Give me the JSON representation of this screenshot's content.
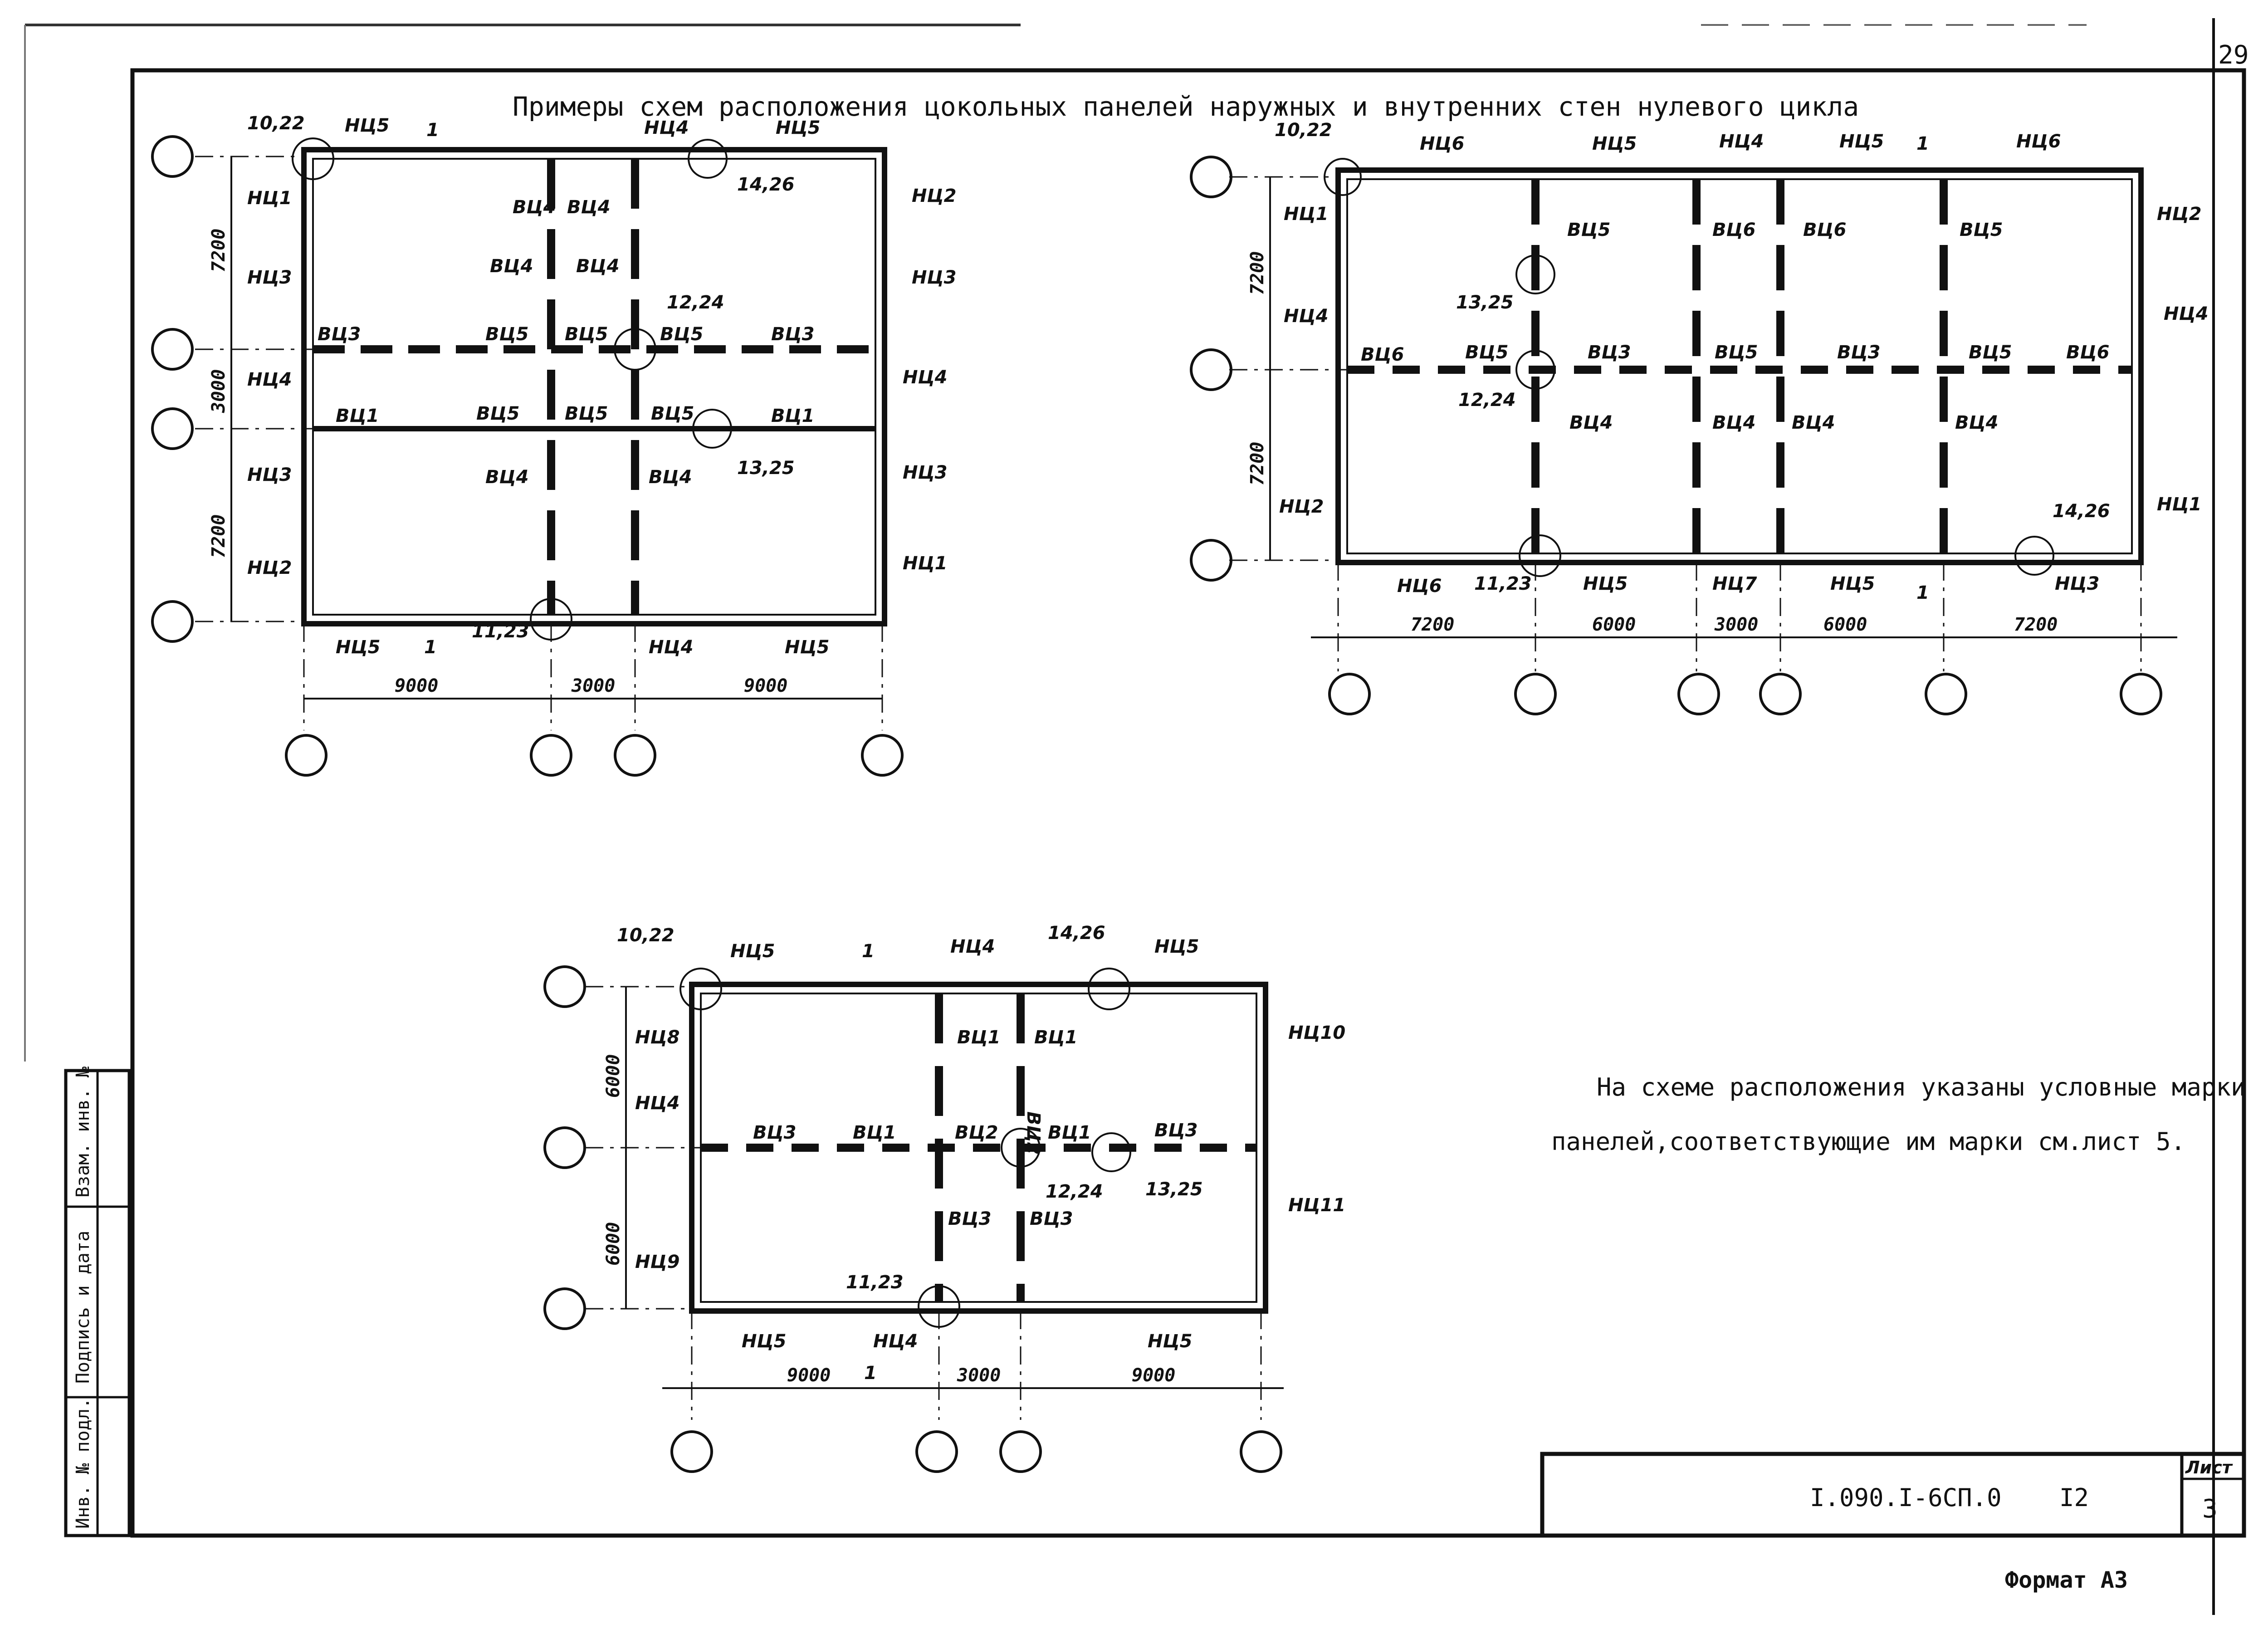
{
  "sheet": {
    "page_number": "29",
    "title": "Примеры схем расположения цокольных панелей наружных и внутренних стен нулевого цикла",
    "note_line1": "На схеме расположения указаны условные марки",
    "note_line2": "панелей,соответствующие им марки см.лист 5.",
    "doc_code": "I.090.I-6СП.0",
    "doc_number": "I2",
    "sheet_label": "Лист",
    "sheet_value": "3",
    "format_label": "Формат A3",
    "stamp": [
      "Инв. № подл.",
      "Подпись и дата",
      "Взам. инв. №"
    ]
  },
  "plan1": {
    "dims_bottom": [
      "9000",
      "3000",
      "9000"
    ],
    "dims_left": [
      "7200",
      "3000",
      "7200"
    ],
    "nodes": [
      "10,22",
      "14,26",
      "12,24",
      "13,25",
      "11,23"
    ],
    "section_mark": "1",
    "outer_top": [
      "НЦ5",
      "НЦ4",
      "НЦ5"
    ],
    "outer_bottom": [
      "НЦ5",
      "НЦ4",
      "НЦ5"
    ],
    "outer_left": [
      "НЦ1",
      "НЦ3",
      "НЦ4",
      "НЦ3",
      "НЦ2"
    ],
    "outer_right": [
      "НЦ2",
      "НЦ3",
      "НЦ4",
      "НЦ3",
      "НЦ1"
    ],
    "inner": [
      "ВЦ4",
      "ВЦ4",
      "ВЦ4",
      "ВЦ4",
      "ВЦ3",
      "ВЦ5",
      "ВЦ5",
      "ВЦ5",
      "ВЦ3",
      "ВЦ1",
      "ВЦ5",
      "ВЦ5",
      "ВЦ5",
      "ВЦ1",
      "ВЦ4",
      "ВЦ4"
    ]
  },
  "plan2": {
    "dims_bottom": [
      "7200",
      "6000",
      "3000",
      "6000",
      "7200"
    ],
    "dims_left": [
      "7200",
      "7200"
    ],
    "nodes": [
      "10,22",
      "13,25",
      "12,24",
      "11,23",
      "14,26"
    ],
    "section_mark": "1",
    "outer_top": [
      "НЦ6",
      "НЦ5",
      "НЦ4",
      "НЦ5",
      "НЦ6"
    ],
    "outer_bottom": [
      "НЦ6",
      "НЦ5",
      "НЦ7",
      "НЦ5",
      "НЦ3"
    ],
    "outer_left": [
      "НЦ1",
      "НЦ4",
      "НЦ2"
    ],
    "outer_right": [
      "НЦ2",
      "НЦ4",
      "НЦ1"
    ],
    "inner": [
      "ВЦ5",
      "ВЦ6",
      "ВЦ6",
      "ВЦ5",
      "ВЦ6",
      "ВЦ5",
      "ВЦ3",
      "ВЦ5",
      "ВЦ3",
      "ВЦ5",
      "ВЦ6",
      "ВЦ4",
      "ВЦ4",
      "ВЦ4",
      "ВЦ4"
    ]
  },
  "plan3": {
    "dims_bottom": [
      "9000",
      "3000",
      "9000"
    ],
    "dims_left": [
      "6000",
      "6000"
    ],
    "nodes": [
      "10,22",
      "14,26",
      "12,24",
      "13,25",
      "11,23"
    ],
    "section_mark": "1",
    "outer_top": [
      "НЦ5",
      "НЦ4",
      "НЦ5"
    ],
    "outer_bottom": [
      "НЦ5",
      "НЦ4",
      "НЦ5"
    ],
    "outer_left": [
      "НЦ8",
      "НЦ4",
      "НЦ9"
    ],
    "outer_right": [
      "НЦ10",
      "НЦ11"
    ],
    "inner": [
      "ВЦ1",
      "ВЦ1",
      "ВЦ3",
      "ВЦ1",
      "ВЦ2",
      "ВЦ1",
      "ВЦ3",
      "ВЦ3",
      "ВЦ3",
      "ВЦ2"
    ]
  }
}
